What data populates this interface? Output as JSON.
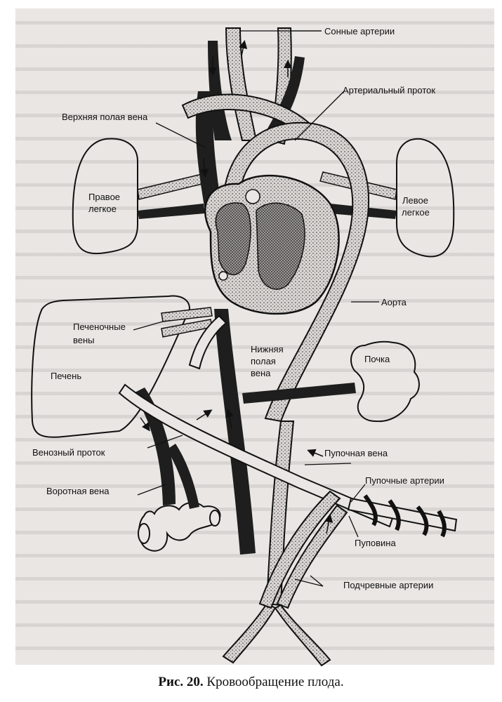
{
  "labels": {
    "carotid": "Сонные артерии",
    "ductus_arteriosus": "Артериальный проток",
    "svc": "Верхняя полая вена",
    "right_lung_1": "Правое",
    "right_lung_2": "легкое",
    "left_lung_1": "Левое",
    "left_lung_2": "легкое",
    "aorta": "Аорта",
    "hepatic_1": "Печеночные",
    "hepatic_2": "вены",
    "ivc_1": "Нижняя",
    "ivc_2": "полая",
    "ivc_3": "вена",
    "kidney": "Почка",
    "liver": "Печень",
    "ductus_venosus": "Венозный проток",
    "umbilical_vein": "Пупочная вена",
    "portal_vein": "Воротная вена",
    "umbilical_arteries": "Пупочные артерии",
    "umbilical_cord": "Пуповина",
    "iliac_arteries": "Подчревные артерии"
  },
  "caption": {
    "prefix": "Рис. 20.",
    "text": "Кровообращение плода."
  }
}
